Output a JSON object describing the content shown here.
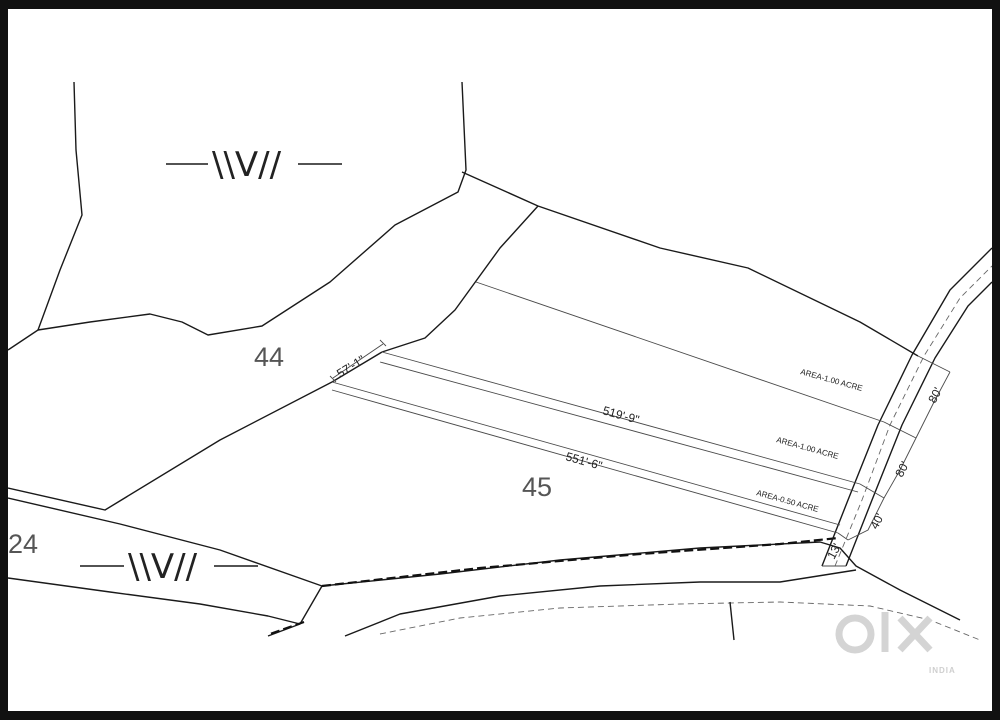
{
  "plots": {
    "p44": "44",
    "p45": "45",
    "p24": "24"
  },
  "dimensions": {
    "d1": "57'-1\"",
    "d2": "519'-9\"",
    "d3": "551'-6\"",
    "d4": "80'",
    "d5": "80'",
    "d6": "40'",
    "d7": "13'"
  },
  "areas": {
    "a1": "AREA-1.00 ACRE",
    "a2": "AREA-1.00 ACRE",
    "a3": "AREA-0.50 ACRE"
  },
  "symbols": {
    "land1": "\\\\V//",
    "land2": "\\\\V//"
  },
  "watermark": {
    "brand": "OLX",
    "sub": "INDIA"
  }
}
